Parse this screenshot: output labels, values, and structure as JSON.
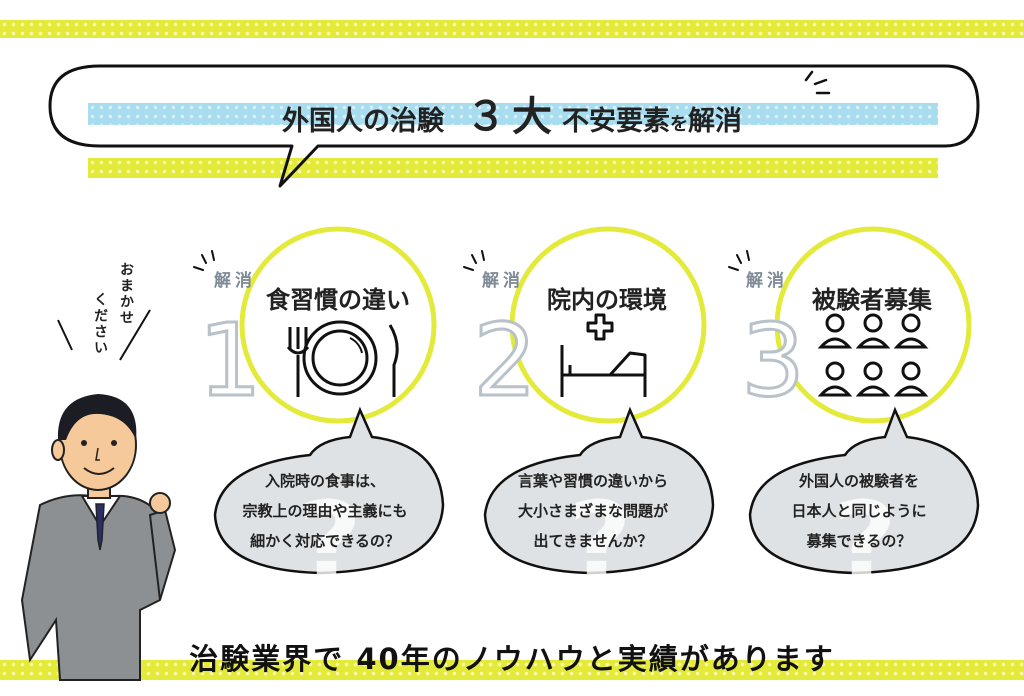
{
  "headline": {
    "part1": "外国人の治験",
    "number": "３大",
    "part2": "不安要素",
    "particle": "を",
    "part3": "解消"
  },
  "items": [
    {
      "label": "解消",
      "number": "1",
      "title": "食習慣の違い",
      "icon": "cutlery-plate-icon",
      "lines": [
        "入院時の食事は、",
        "宗教上の理由や主義にも",
        "細かく対応できるの？"
      ]
    },
    {
      "label": "解消",
      "number": "2",
      "title": "院内の環境",
      "icon": "hospital-bed-icon",
      "lines": [
        "言葉や習慣の違いから",
        "大小さまざまな問題が",
        "出てきませんか？"
      ]
    },
    {
      "label": "解消",
      "number": "3",
      "title": "被験者募集",
      "icon": "people-group-icon",
      "lines": [
        "外国人の被験者を",
        "日本人と同じように",
        "募集できるの？"
      ]
    }
  ],
  "speech": {
    "line1": "おまかせ",
    "line2": "ください"
  },
  "tagline": "治験業界で 40年のノウハウと実績があります",
  "colors": {
    "accent_yellow": "#e4ea3a",
    "accent_blue": "#a8dcef",
    "bubble_gray": "#dfe2e5",
    "outline_gray": "#b8c2ca"
  }
}
